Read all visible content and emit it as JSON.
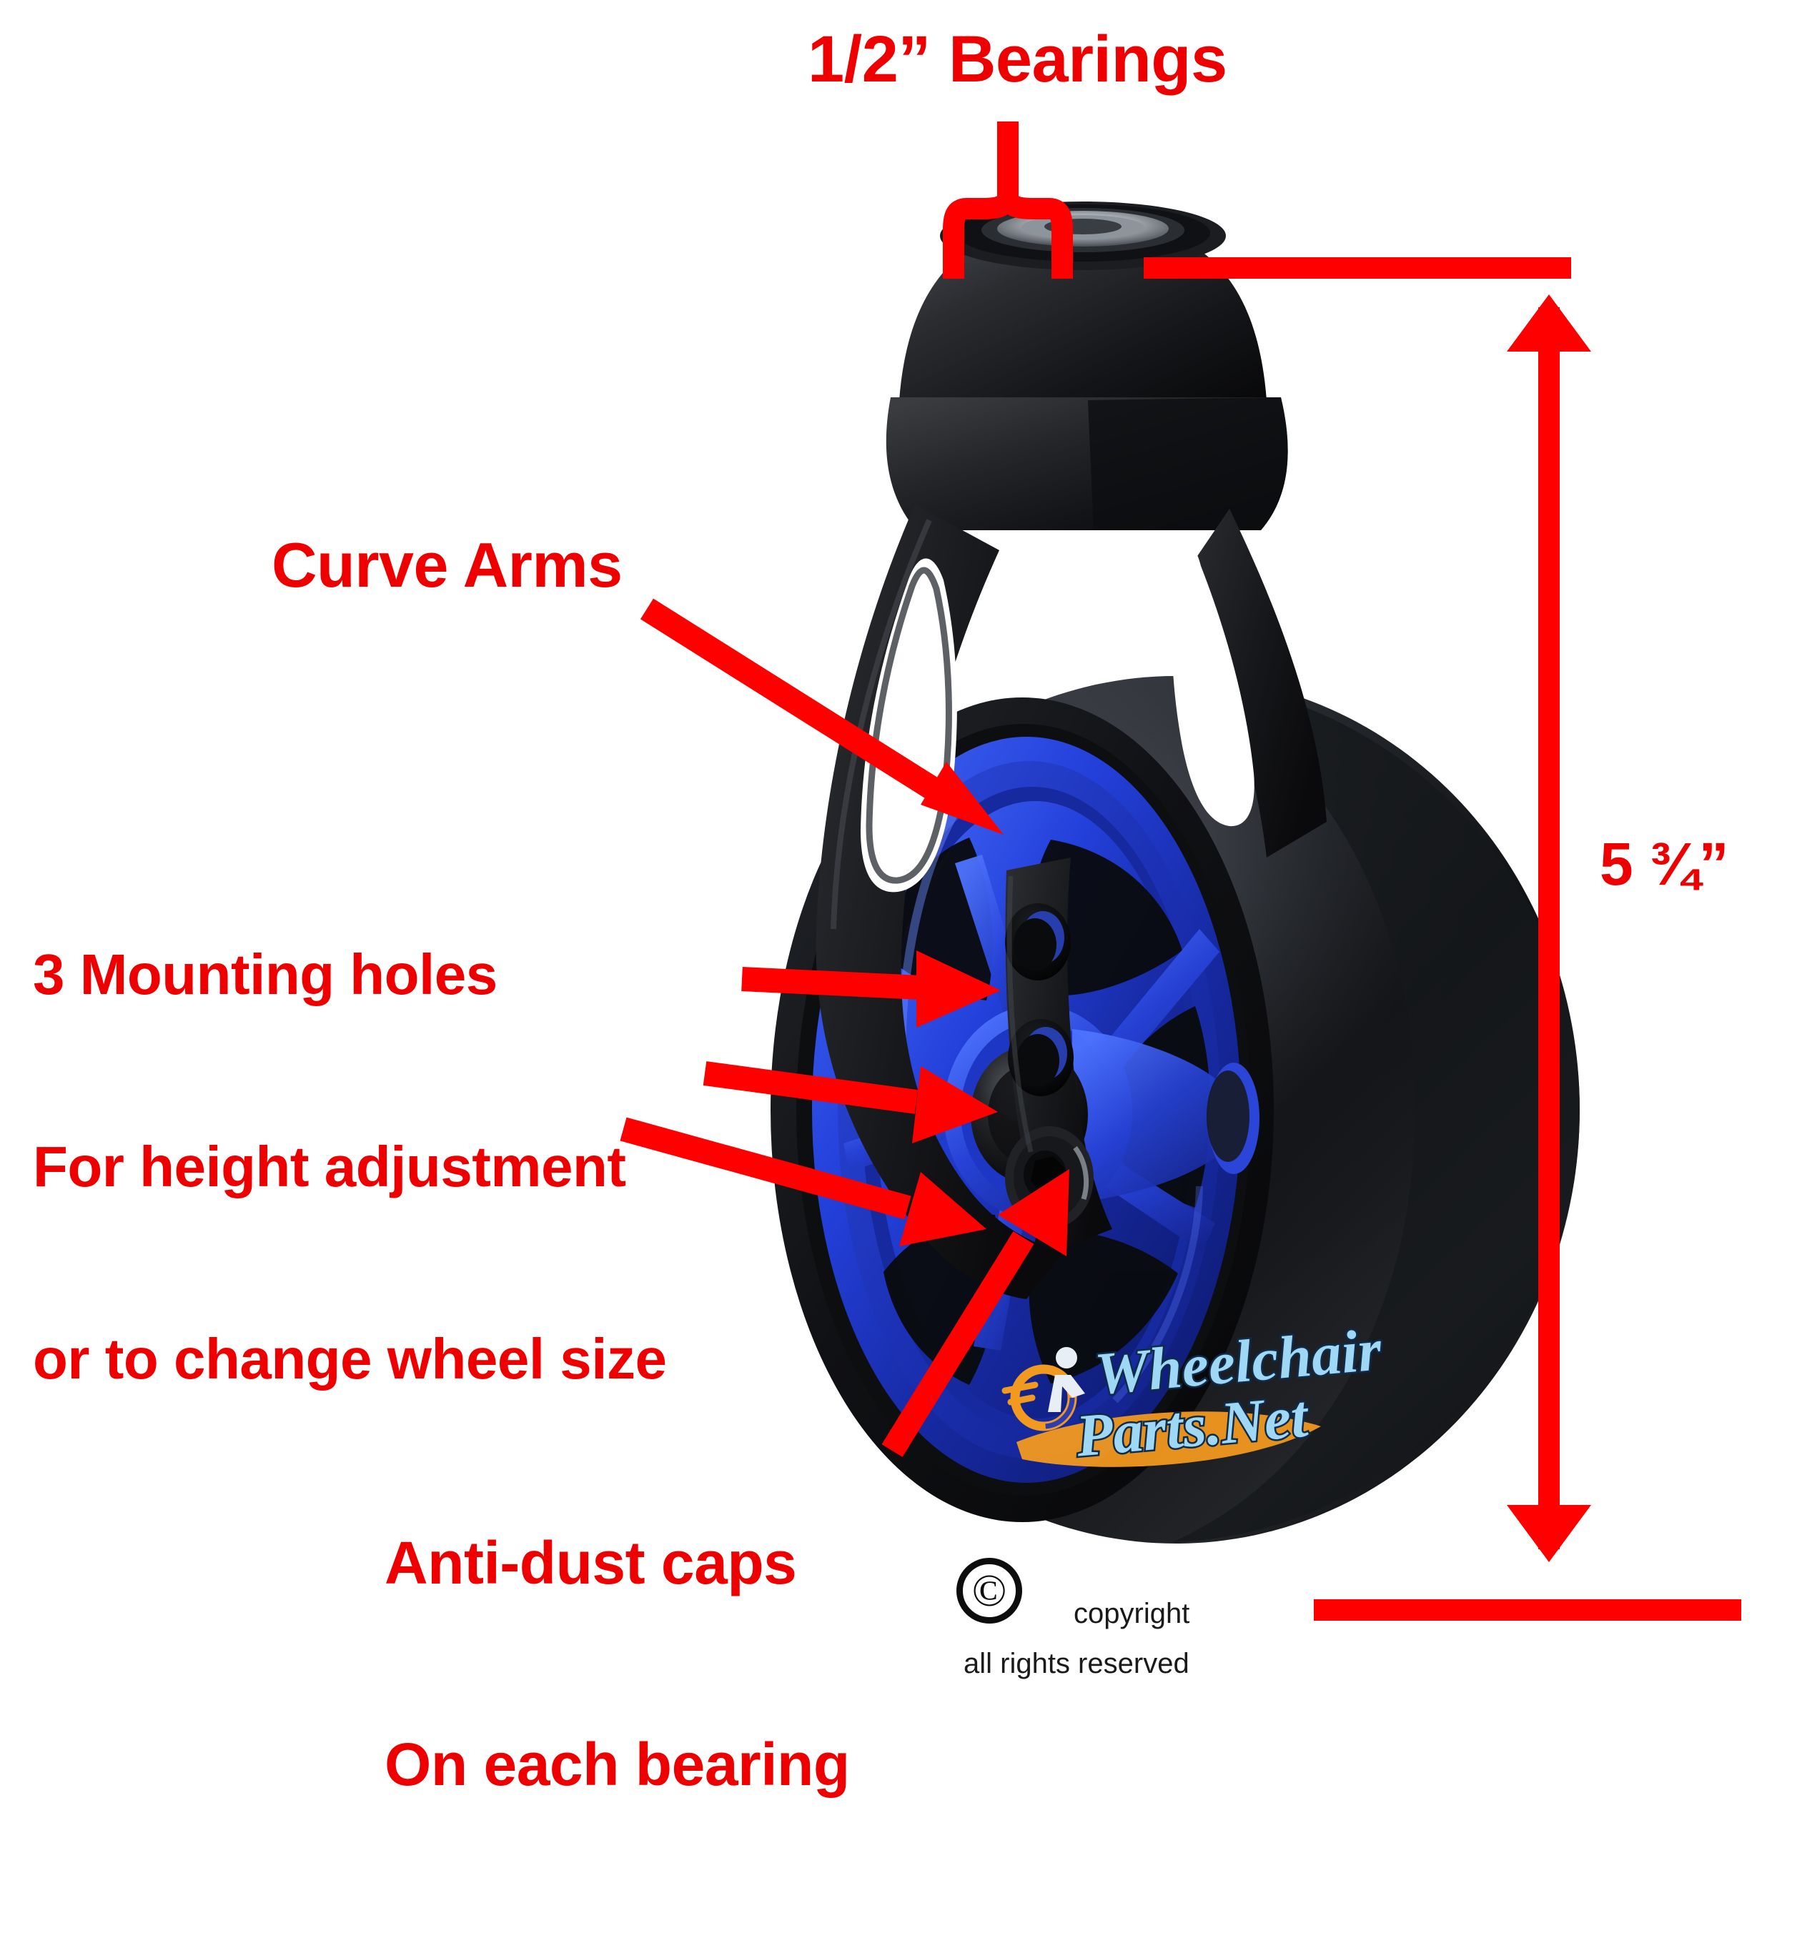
{
  "product": {
    "name": "wheelchair-caster-wheel",
    "fork_color": "#151515",
    "rim_color": "#1a33cc",
    "tire_color": "#1a1a1c",
    "bearing_color": "#c9ccd1"
  },
  "accent": {
    "annotation_red": "#ee0000",
    "arrow_red": "#ff0000",
    "text_black": "#1a1a1a"
  },
  "callouts": {
    "bearings": {
      "label": "1/2” Bearings",
      "marker": "bracket-pointer"
    },
    "curve_arms": {
      "label": "Curve Arms",
      "marker": "arrow"
    },
    "mounting_holes": {
      "line1": "3 Mounting holes",
      "line2": "For height adjustment",
      "line3": "or to change wheel size",
      "arrow_count": 3,
      "marker": "arrow"
    },
    "anti_dust_caps": {
      "line1": "Anti-dust caps",
      "line2": "On each bearing",
      "marker": "arrow"
    }
  },
  "dimension": {
    "value": "5 ¾”",
    "orientation": "vertical",
    "style": "double-headed-arrow-with-extension-lines"
  },
  "watermark": {
    "line1": "Wheelchair",
    "line2": "Parts.Net",
    "icon": "wheelchair-icon",
    "script_color": "#9fd8f5",
    "swoosh_color": "#f2991f"
  },
  "copyright": {
    "symbol": "©",
    "word": "copyright",
    "rights": "all rights reserved"
  }
}
